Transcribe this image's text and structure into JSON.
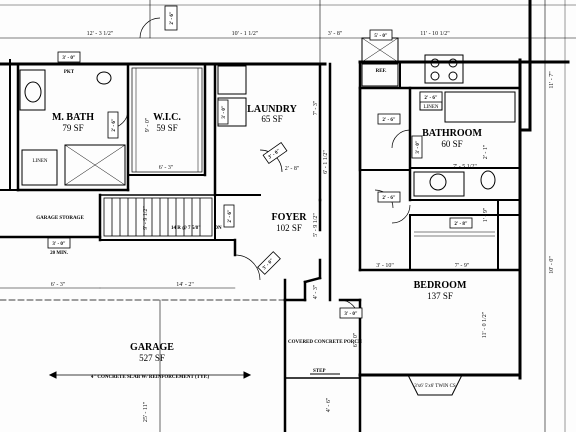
{
  "rooms": {
    "m_bath": {
      "name": "M. BATH",
      "area": "79 SF"
    },
    "wic": {
      "name": "W.I.C.",
      "area": "59 SF"
    },
    "laundry": {
      "name": "LAUNDRY",
      "area": "65 SF"
    },
    "bathroom": {
      "name": "BATHROOM",
      "area": "60 SF"
    },
    "foyer": {
      "name": "FOYER",
      "area": "102 SF"
    },
    "bedroom": {
      "name": "BEDROOM",
      "area": "137 SF"
    },
    "garage": {
      "name": "GARAGE",
      "area": "527 SF"
    },
    "garage_storage": {
      "name": "GARAGE STORAGE"
    }
  },
  "dimensions": {
    "top_1": "12' - 3 1/2\"",
    "top_2": "10' - 1 1/2\"",
    "top_3": "3' - 8\"",
    "top_4": "11' - 10 1/2\"",
    "right_1": "11' - 7\"",
    "right_2": "10' - 0\"",
    "wic_inner": "9' - 0\"",
    "wic_bottom": "6' - 3\"",
    "laundry_side": "7' - 3\"",
    "laundry_door": "2' - 8\"",
    "foyer_side": "5' - 9 1/2\"",
    "foyer_side_2": "6' - 1 1/2\"",
    "garage_left": "6' - 3\"",
    "garage_mid": "14' - 2\"",
    "garage_bottom": "25' - 11\"",
    "bath_side": "2' - 1\"",
    "bath_width": "7' - 5 1/2\"",
    "bedroom_left": "3' - 10\"",
    "bedroom_right": "7' - 9\"",
    "bedroom_side": "11' - 0 1/2\"",
    "porch_side": "6' - 0\"",
    "porch_side_2": "4' - 6\"",
    "bath_left_dim": "1' - 9\"",
    "hall_dim": "4' - 3\"",
    "stair_dim": "9' - 9 1/2\""
  },
  "doors": {
    "d1": "3' - 0\"",
    "d2": "2' - 6\"",
    "d3": "2' - 6\"",
    "d4": "3' - 0\"",
    "d5": "3' - 0\"",
    "d6": "2' - 6\"",
    "d7": "3' - 0\"",
    "d8": "3' - 0\"",
    "d9": "2' - 6\"",
    "d10": "3' - 0\"",
    "d11": "2' - 6\"",
    "d12": "2' - 8\"",
    "d13": "3' - 0\"",
    "d14": "5' - 0\"",
    "d15": "2' - 6\""
  },
  "labels": {
    "pkt": "PKT",
    "ref": "REF.",
    "linen": "LINEN",
    "stair": "14 R @ 7 5/8\"",
    "dn": "DN",
    "min20": "20 MIN.",
    "porch": "COVERED CONCRETE PORCH",
    "step": "STEP",
    "slab": "4\" CONCRETE SLAB W/ REINFORCEMENT (TYP.)",
    "window": "3'x6' 5'x6' TWIN CS"
  }
}
